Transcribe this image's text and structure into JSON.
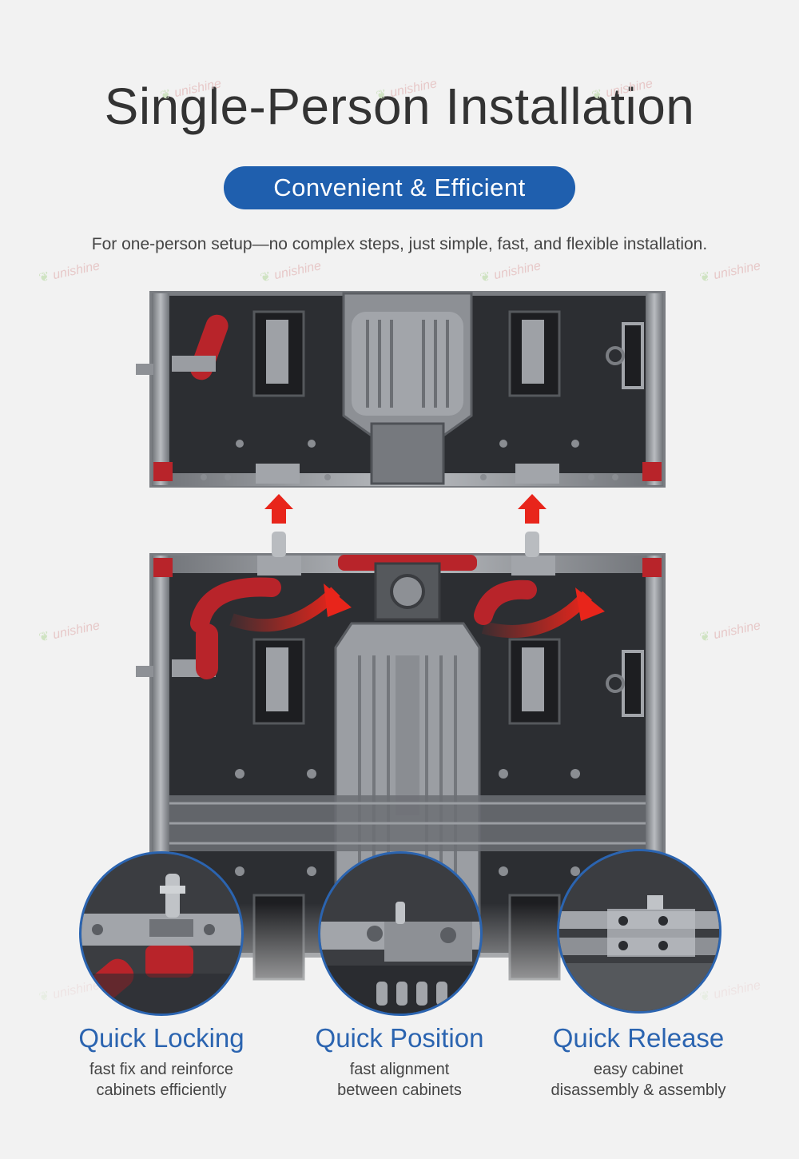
{
  "header": {
    "title": "Single-Person Installation",
    "badge": "Convenient & Efficient",
    "description": "For one-person setup—no complex steps, just simple, fast, and flexible installation."
  },
  "watermark_text": "unishine",
  "colors": {
    "background": "#f2f2f2",
    "brand_blue": "#1f5fae",
    "accent_red": "#b8242a",
    "arrow_red": "#e8251b"
  },
  "features": [
    {
      "title": "Quick Locking",
      "line1": "fast fix and reinforce",
      "line2": "cabinets efficiently"
    },
    {
      "title": "Quick Position",
      "line1": "fast alignment",
      "line2": "between cabinets"
    },
    {
      "title": "Quick Release",
      "line1": "easy cabinet",
      "line2": "disassembly & assembly"
    }
  ]
}
